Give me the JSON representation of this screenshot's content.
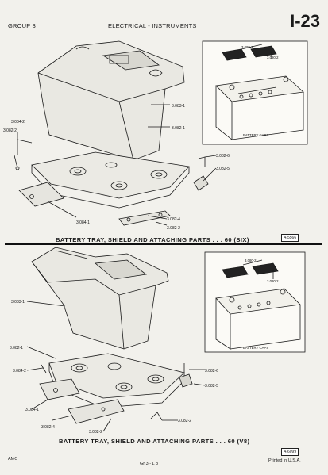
{
  "header": {
    "group": "GROUP 3",
    "section": "ELECTRICAL - INSTRUMENTS",
    "page": "I-23"
  },
  "top_figure": {
    "caption": "BATTERY TRAY, SHIELD AND ATTACHING PARTS . . . 60 (SIX)",
    "ref": "A-5566",
    "labels": {
      "l1": "3.083-1",
      "l2": "3.082-1",
      "l3": "3.084-2",
      "l4": "3.082-2",
      "l5": "3.082-6",
      "l6": "3.082-5",
      "l7": "3.084-1",
      "l8": "3.082-4",
      "l9": "3.082-2"
    },
    "inset": {
      "l1": "3.080-2",
      "l2": "3.080-2",
      "caption": "BATTERY CAPS"
    }
  },
  "bottom_figure": {
    "caption": "BATTERY TRAY, SHIELD AND ATTACHING PARTS . . . 60 (V8)",
    "ref": "A-6099",
    "labels": {
      "l1": "3.083-1",
      "l2": "3.082-1",
      "l3": "3.084-2",
      "l4": "3.084-1",
      "l5": "3.082-4",
      "l6": "3.082-2",
      "l7": "3.082-6",
      "l8": "3.082-5",
      "l9": "3.082-2"
    },
    "inset": {
      "l1": "3.080-2",
      "l2": "3.080-2",
      "caption": "BATTERY CAPS"
    }
  },
  "footer": {
    "left": "AMC",
    "center": "Gr 3 - L 8",
    "right": "Printed in U.S.A."
  }
}
